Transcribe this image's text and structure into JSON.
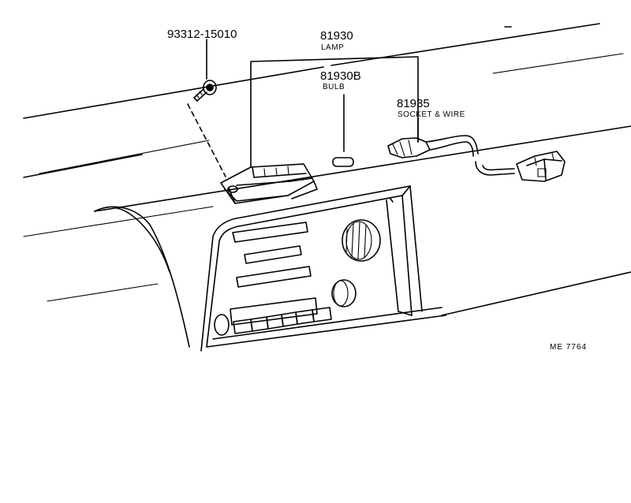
{
  "parts": {
    "screw": {
      "number": "93312-15010"
    },
    "lamp": {
      "number": "81930",
      "name": "LAMP"
    },
    "bulb": {
      "number": "81930B",
      "name": "BULB"
    },
    "socket": {
      "number": "81935",
      "name": "SOCKET & WIRE"
    }
  },
  "figure_ref": "ME 7764"
}
